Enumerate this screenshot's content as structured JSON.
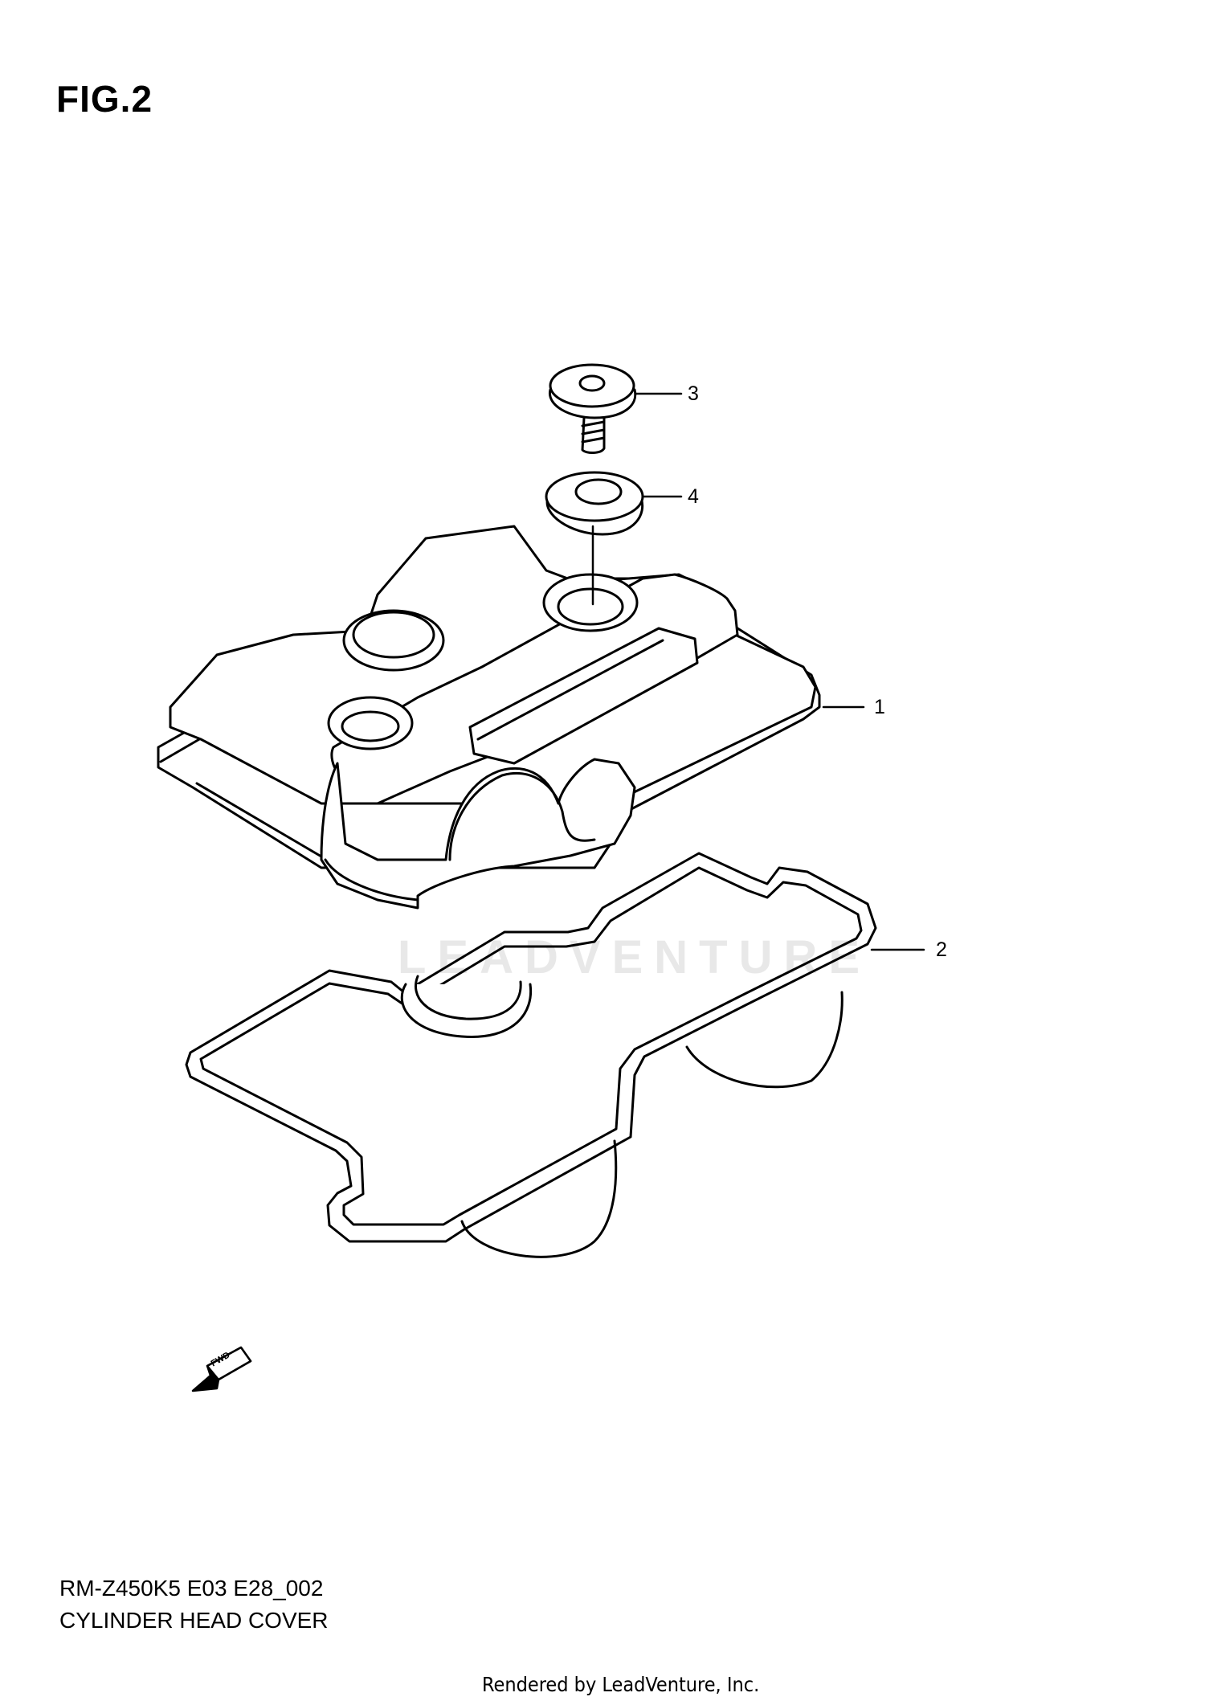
{
  "figure": {
    "title": "FIG.2"
  },
  "callouts": [
    {
      "number": "1"
    },
    {
      "number": "2"
    },
    {
      "number": "3"
    },
    {
      "number": "4"
    }
  ],
  "caption": {
    "code": "RM-Z450K5 E03 E28_002",
    "name": "CYLINDER HEAD COVER"
  },
  "direction_marker": {
    "label": "FWD",
    "icon": "forward-arrow-icon"
  },
  "watermark": {
    "text": "LEADVENTURE",
    "icon": "flame-logo-icon"
  },
  "footer": {
    "credit": "Rendered by LeadVenture, Inc."
  }
}
